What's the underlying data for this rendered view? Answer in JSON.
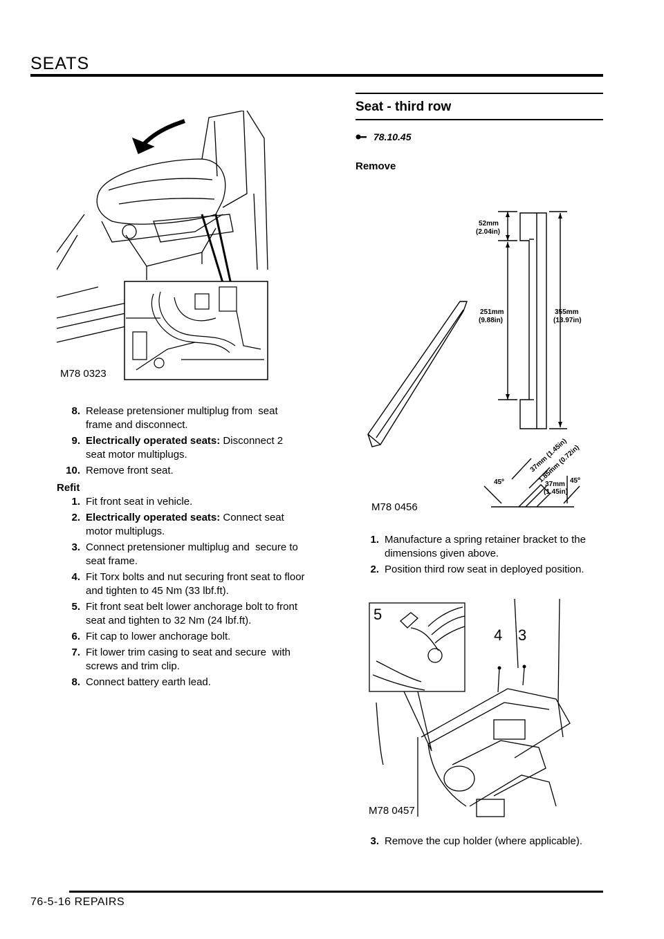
{
  "header": {
    "title": "SEATS"
  },
  "footer": {
    "page_ref": "76-5-16   REPAIRS"
  },
  "left": {
    "figure_label": "M78 0323",
    "steps": [
      {
        "num": "8.",
        "lines": [
          "Release pretensioner multiplug from  seat",
          "frame and disconnect."
        ]
      },
      {
        "num": "9.",
        "bold": "Electrically operated seats:",
        "lines": [
          " Disconnect 2",
          "seat motor multiplugs."
        ]
      },
      {
        "num": "10.",
        "lines": [
          "Remove front seat."
        ]
      }
    ],
    "refit_heading": "Refit",
    "refit_steps": [
      {
        "num": "1.",
        "lines": [
          "Fit front seat in vehicle."
        ]
      },
      {
        "num": "2.",
        "bold": "Electrically operated seats:",
        "lines": [
          " Connect seat",
          "motor multiplugs."
        ]
      },
      {
        "num": "3.",
        "lines": [
          "Connect pretensioner multiplug and  secure to",
          "seat frame."
        ]
      },
      {
        "num": "4.",
        "lines": [
          "Fit Torx bolts and nut securing front seat to floor",
          "and tighten to 45 Nm (33 lbf.ft)."
        ]
      },
      {
        "num": "5.",
        "lines": [
          "Fit front seat belt lower anchorage bolt to front",
          "seat and tighten to 32 Nm (24 lbf.ft)."
        ]
      },
      {
        "num": "6.",
        "lines": [
          "Fit cap to lower anchorage bolt."
        ]
      },
      {
        "num": "7.",
        "lines": [
          "Fit lower trim casing to seat and secure  with",
          "screws and trim clip."
        ]
      },
      {
        "num": "8.",
        "lines": [
          "Connect battery earth lead."
        ]
      }
    ]
  },
  "right": {
    "section_title": "Seat - third row",
    "ref_code": "78.10.45",
    "remove_heading": "Remove",
    "figure1_label": "M78 0456",
    "dims": {
      "d52": "52mm",
      "d52in": "(2.04in)",
      "d251": "251mm",
      "d251in": "(9.88in)",
      "d355": "355mm",
      "d355in": "(13.97in)",
      "d37a": "37mm (1.45in)",
      "d185": "1.85mm (0.72in)",
      "d37b": "37mm",
      "d37bin": "(1.45in)",
      "ang1": "45º",
      "ang2": "45º"
    },
    "steps": [
      {
        "num": "1.",
        "lines": [
          "Manufacture a spring retainer bracket to the",
          "dimensions given above."
        ]
      },
      {
        "num": "2.",
        "lines": [
          "Position third row seat in deployed position."
        ]
      }
    ],
    "figure2_label": "M78 0457",
    "callouts": [
      "5",
      "4",
      "3"
    ],
    "steps2": [
      {
        "num": "3.",
        "lines": [
          "Remove the cup holder (where applicable)."
        ]
      }
    ]
  }
}
